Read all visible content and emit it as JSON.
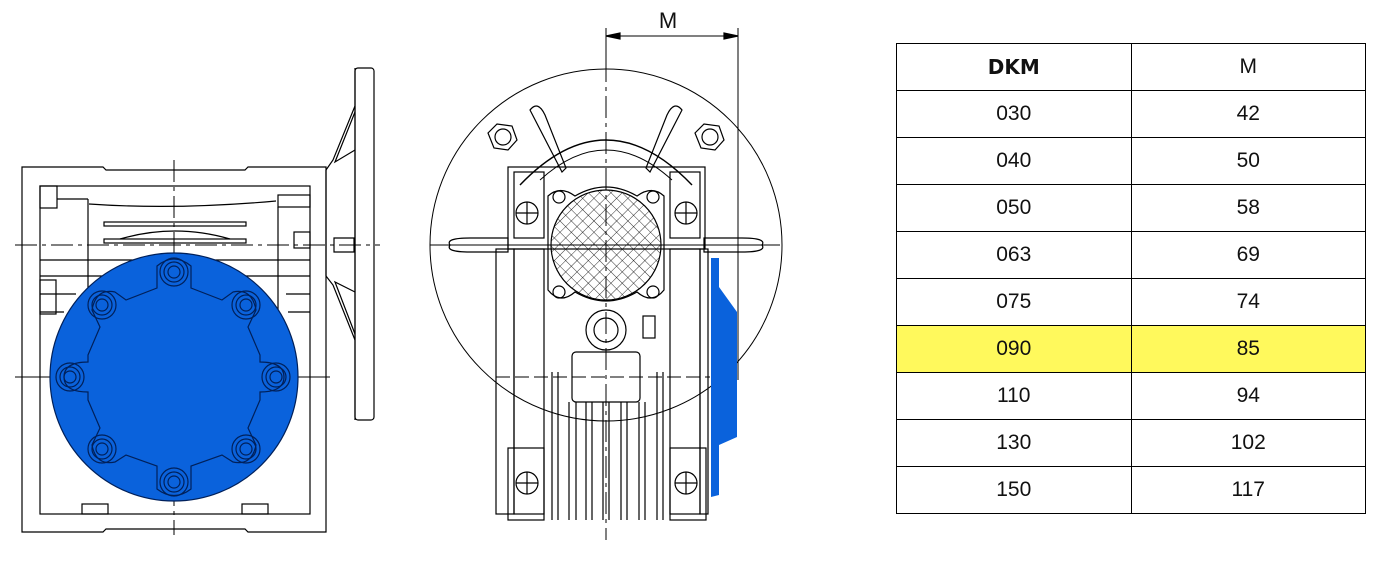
{
  "drawing": {
    "dimension_label": "M",
    "colors": {
      "flange_blue": "#0a62dc",
      "line": "#000000",
      "highlight": "#fff95c"
    }
  },
  "table": {
    "headers": [
      "DKM",
      "M"
    ],
    "rows": [
      {
        "dkm": "030",
        "m": "42"
      },
      {
        "dkm": "040",
        "m": "50"
      },
      {
        "dkm": "050",
        "m": "58"
      },
      {
        "dkm": "063",
        "m": "69"
      },
      {
        "dkm": "075",
        "m": "74"
      },
      {
        "dkm": "090",
        "m": "85",
        "highlighted": true
      },
      {
        "dkm": "110",
        "m": "94"
      },
      {
        "dkm": "130",
        "m": "102"
      },
      {
        "dkm": "150",
        "m": "117"
      }
    ]
  }
}
